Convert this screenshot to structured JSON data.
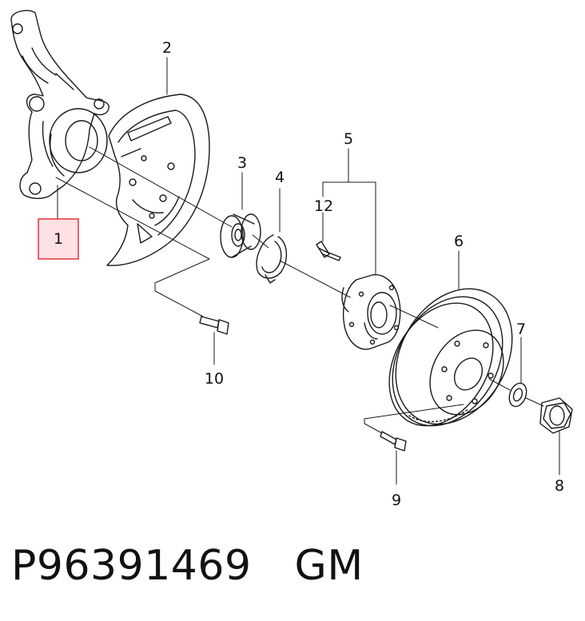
{
  "callouts": {
    "p1": "1",
    "p2": "2",
    "p3": "3",
    "p4": "4",
    "p5": "5",
    "p6": "6",
    "p7": "7",
    "p8": "8",
    "p9": "9",
    "p10": "10",
    "p12": "12"
  },
  "highlight": {
    "part": "1",
    "color": "#e8323c",
    "fill": "#fde1e4"
  },
  "footer": {
    "part_number": "P96391469",
    "brand": "GM"
  }
}
